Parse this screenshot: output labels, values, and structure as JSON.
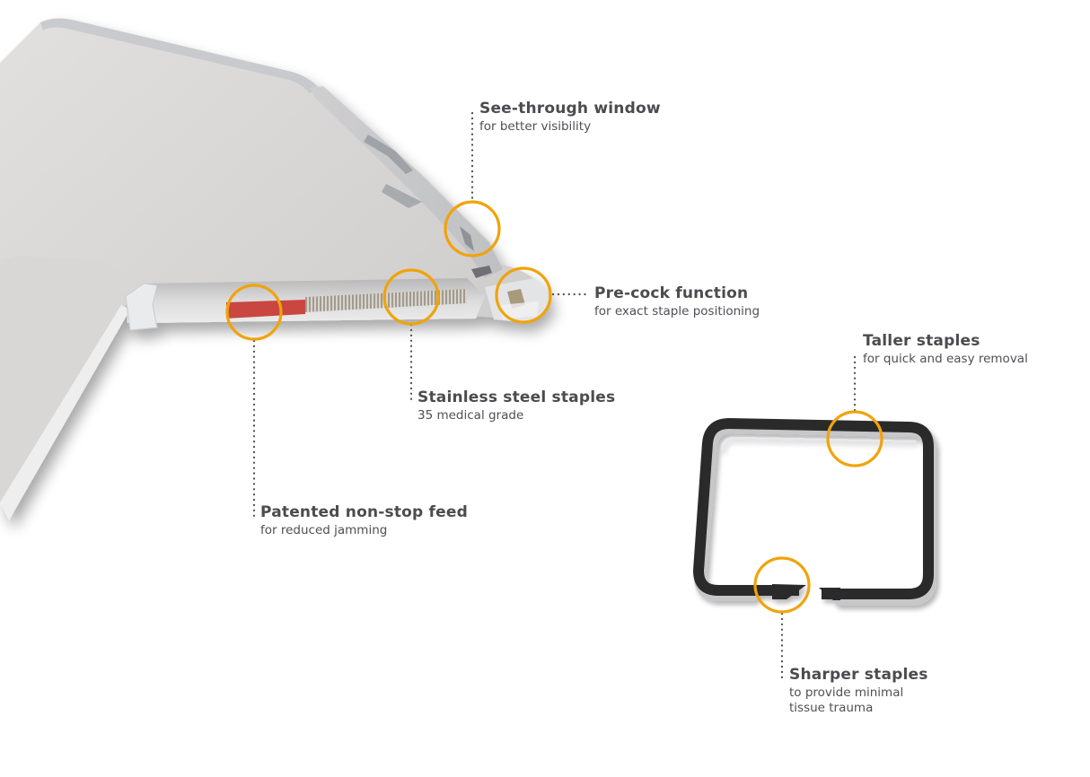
{
  "colors": {
    "highlight_ring": "#F0A30A",
    "leader_dots": "#4a4a50",
    "label_text": "#4b4b50",
    "stapler_body": "#d6d4d3",
    "staple_metal": "#2a2a2c",
    "feed_indicator": "#c9463f"
  },
  "callouts": [
    {
      "id": "see-through-window",
      "title": "See-through window",
      "subtitle": [
        "for better visibility"
      ]
    },
    {
      "id": "pre-cock-function",
      "title": "Pre-cock function",
      "subtitle": [
        "for exact staple positioning"
      ]
    },
    {
      "id": "stainless-steel-staples",
      "title": "Stainless steel staples",
      "subtitle": [
        "35 medical grade"
      ]
    },
    {
      "id": "patented-non-stop-feed",
      "title": "Patented non-stop feed",
      "subtitle": [
        "for reduced jamming"
      ]
    },
    {
      "id": "taller-staples",
      "title": "Taller staples",
      "subtitle": [
        "for quick and easy removal"
      ]
    },
    {
      "id": "sharper-staples",
      "title": "Sharper staples",
      "subtitle": [
        "to provide minimal",
        "tissue trauma"
      ]
    }
  ],
  "illustrations": {
    "stapler": "skin-stapler-icon",
    "staple": "closed-staple-icon",
    "ring": "highlight-ring-icon"
  }
}
